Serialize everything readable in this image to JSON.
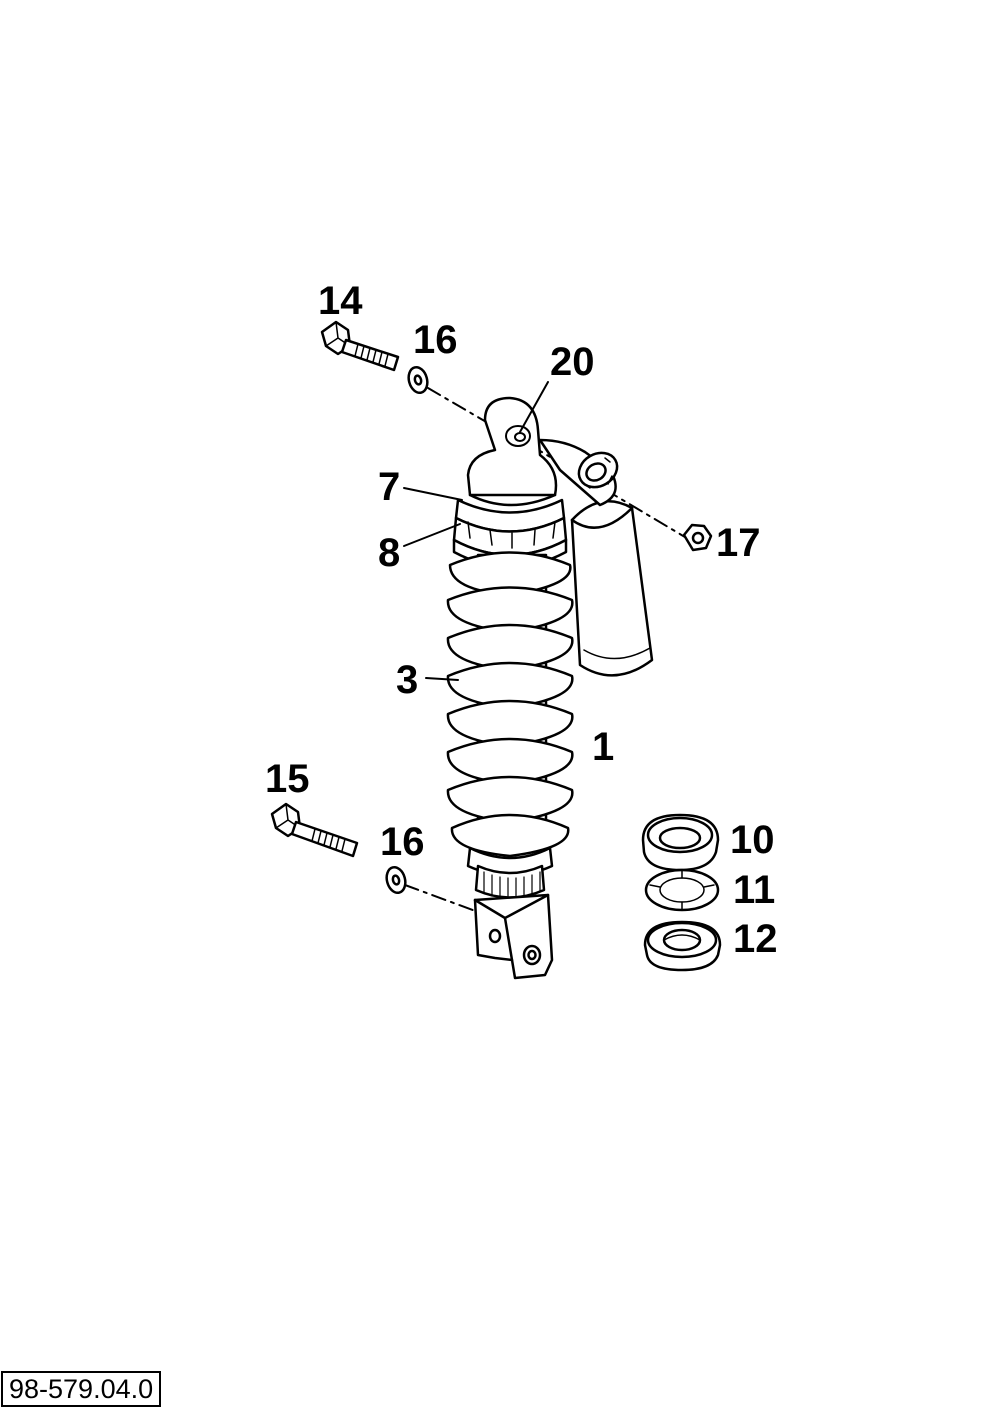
{
  "callouts": {
    "bolt_top": "14",
    "washer_top": "16",
    "bolt_bottom": "15",
    "washer_bottom": "16",
    "upper_bushing": "20",
    "nut": "17",
    "ring_7": "7",
    "ring_8": "8",
    "spring": "3",
    "shock_absorber": "1",
    "spring_seat": "10",
    "shim": "11",
    "lower_seat": "12"
  },
  "drawing_code": "98-579.04.0",
  "colors": {
    "line": "#000000",
    "background": "#ffffff"
  }
}
